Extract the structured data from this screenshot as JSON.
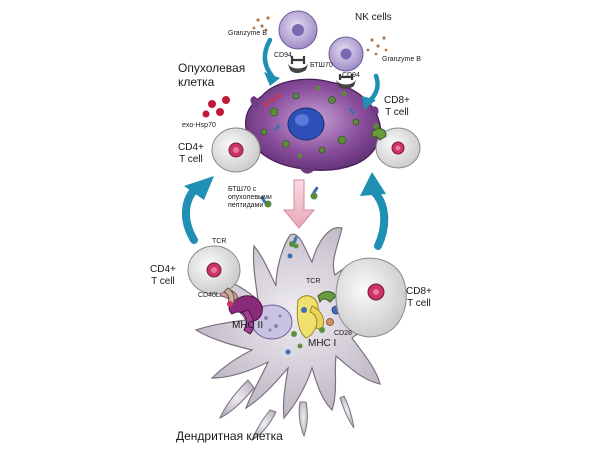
{
  "labels": {
    "nk_cells": "NK cells",
    "granzyme_left": "Granzyme B",
    "granzyme_right": "Granzyme B",
    "cd94_left": "CD94",
    "cd94_right": "CD94",
    "btsh70_top": "БТШ70",
    "tumor_cell_line1": "Опухолевая",
    "tumor_cell_line2": "клетка",
    "exo_hsp70": "exo-Hsp70",
    "cd8_top_line1": "CD8+",
    "cd8_top_line2": "T cell",
    "cd4_top_line1": "CD4+",
    "cd4_top_line2": "T cell",
    "btsh70_peptides_line1": "БТШ70 с",
    "btsh70_peptides_line2": "опухолевыми",
    "btsh70_peptides_line3": "пептидами",
    "tcr_left": "TCR",
    "tcr_right": "TCR",
    "cd4_bottom_line1": "CD4+",
    "cd4_bottom_line2": "T cell",
    "cd40l": "CD40L",
    "cd8_bottom_line1": "CD8+",
    "cd8_bottom_line2": "T cell",
    "cd28": "CD28",
    "mhc_ii": "MHC II",
    "mhc_i": "MHC I",
    "dendritic_cell": "Дендритная клетка"
  },
  "colors": {
    "tumor": "#8a4e9c",
    "nk_cell": "#b6a6d6",
    "arrow": "#1f8fb3",
    "dendritic": "#d9d5dc",
    "t_cell": "#ececec",
    "nucleus": "#cc3366",
    "granule": "#5a8a3a",
    "mhc_ii": "#8a2a7a",
    "mhc_i": "#f0e070"
  }
}
